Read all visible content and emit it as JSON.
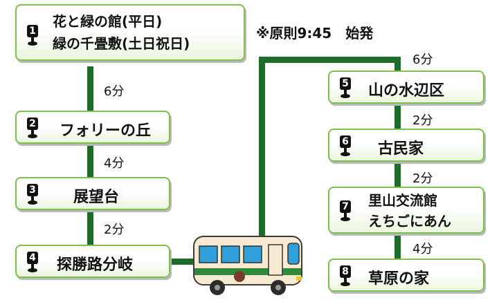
{
  "note": "※原則9:45　始発",
  "stops": [
    {
      "num": "1",
      "lines": [
        "花と緑の館(平日)",
        "緑の千畳敷(土日祝日)"
      ]
    },
    {
      "num": "2",
      "lines": [
        "フォリーの丘"
      ]
    },
    {
      "num": "3",
      "lines": [
        "展望台"
      ]
    },
    {
      "num": "4",
      "lines": [
        "探勝路分岐"
      ]
    },
    {
      "num": "5",
      "lines": [
        "山の水辺区"
      ]
    },
    {
      "num": "6",
      "lines": [
        "古民家"
      ]
    },
    {
      "num": "7",
      "lines": [
        "里山交流館",
        "えちごにあん"
      ]
    },
    {
      "num": "8",
      "lines": [
        "草原の家"
      ]
    }
  ],
  "times": [
    "6分",
    "4分",
    "2分",
    "6分",
    "2分",
    "2分",
    "4分"
  ],
  "colors": {
    "route": "#1f6b2a",
    "border": "#7cbf4a",
    "bus_body": "#f7ead0",
    "bus_stripe": "#2f8a3a",
    "window": "#2f9fd8"
  }
}
